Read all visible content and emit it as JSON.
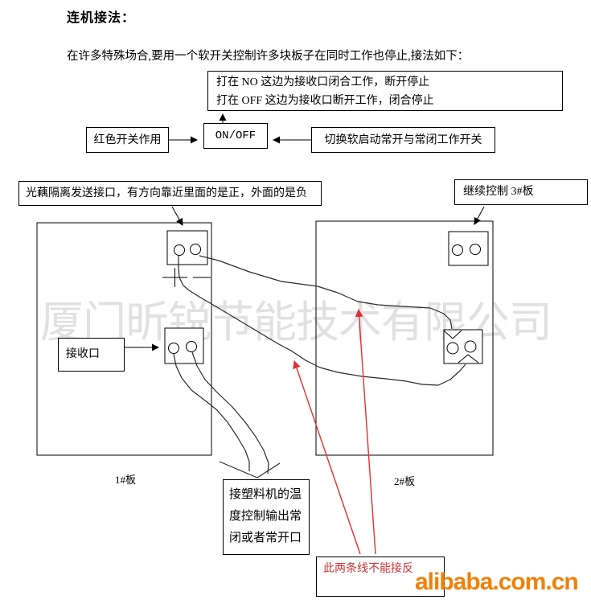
{
  "title": "连机接法：",
  "intro": "在许多特殊场合,要用一个软开关控制许多块板子在同时工作也停止,接法如下：",
  "info_box": {
    "line1": "打在 NO 这边为接收口闭合工作，断开停止",
    "line2": "打在 OFF 这边为接收口断开工作，闭合停止"
  },
  "switch": {
    "label": "ON/OFF",
    "left_note": "红色开关作用",
    "right_note": "切换软启动常开与常闭工作开关"
  },
  "callouts": {
    "opto": "光藕隔离发送接口，有方向靠近里面的是正，外面的是负",
    "continue_next": "继续控制 3#板",
    "receive": "接收口",
    "plastic": "接塑料机的温度控制输出常闭或者常开口",
    "warning": "此两条线不能接反"
  },
  "boards": {
    "board1_label": "1#板",
    "board2_label": "2#板"
  },
  "watermark": "厦门昕锐节能技术有限公司",
  "footer": {
    "site": "alibaba.com.cn"
  },
  "colors": {
    "line_black": "#000000",
    "arrow_red": "#E03131",
    "warning_red": "#CC3333",
    "accent_orange": "#F08108",
    "watermark_gray": "#E1E1E1"
  }
}
